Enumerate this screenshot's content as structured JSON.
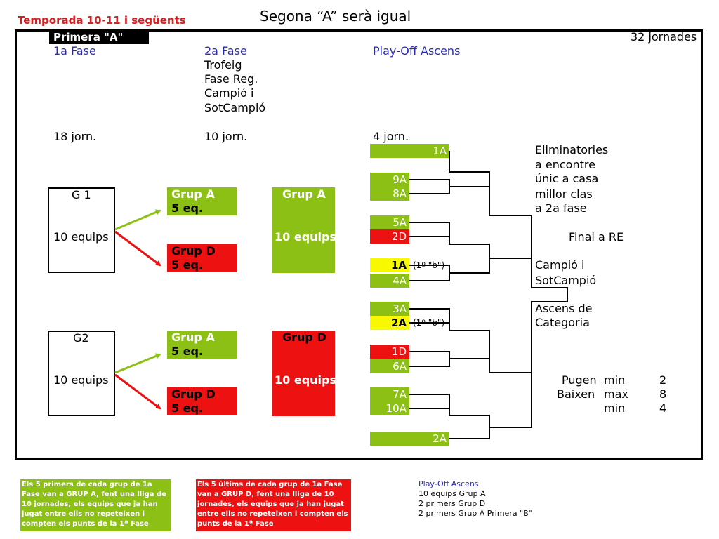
{
  "header": {
    "season": "Temporada 10-11 i següents",
    "title": "Segona “A” serà igual"
  },
  "division": {
    "label": "Primera \"A\"",
    "rounds": "32 jornades"
  },
  "phases": {
    "phase1": {
      "label": "1a Fase",
      "rounds": "18 jorn."
    },
    "phase2": {
      "label": "2a Fase",
      "desc": [
        "Trofeig",
        "Fase Reg.",
        "Campió i",
        "SotCampió"
      ],
      "rounds": "10 jorn."
    },
    "playoff": {
      "label": "Play-Off Ascens",
      "rounds": "4 jorn."
    }
  },
  "groups": {
    "g1": {
      "name": "G 1",
      "teams": "10 equips"
    },
    "g2": {
      "name": "G2",
      "teams": "10 equips"
    }
  },
  "splits": {
    "g1_a": {
      "line1": "Grup A",
      "line2": "5 eq."
    },
    "g1_d": {
      "line1": "Grup D",
      "line2": "5 eq."
    },
    "g2_a": {
      "line1": "Grup A",
      "line2": "5 eq."
    },
    "g2_d": {
      "line1": "Grup D",
      "line2": "5 eq."
    }
  },
  "merged": {
    "a": {
      "name": "Grup A",
      "teams": "10 equips"
    },
    "d": {
      "name": "Grup D",
      "teams": "10 equips"
    }
  },
  "seeds": [
    "1A",
    "9A",
    "8A",
    "5A",
    "2D",
    "1A",
    "4A",
    "3A",
    "2A",
    "1D",
    "6A",
    "7A",
    "10A",
    "2A"
  ],
  "seed_notes": {
    "n1": "(1º \"b\")",
    "n2": "(1º \"b\")"
  },
  "bracket_notes": {
    "elim": [
      "Eliminatories",
      "a encontre",
      "únic a casa",
      "millor clas",
      "a 2a fase"
    ],
    "final": "Final a RE",
    "champ": [
      "Campió i",
      "SotCampió"
    ],
    "ascens": [
      "Ascens de",
      "Categoria"
    ]
  },
  "movement": {
    "rows": [
      {
        "label": "Pugen",
        "kind": "min",
        "value": "2"
      },
      {
        "label": "Baixen",
        "kind": "max",
        "value": "8"
      },
      {
        "label": "",
        "kind": "min",
        "value": "4"
      }
    ]
  },
  "footnotes": {
    "green": "Els 5 primers de cada grup de 1a Fase van a GRUP A, fent una lliga de 10 jornades, els equips que ja han jugat entre ells no repeteixen i compten els punts de la 1ª Fase",
    "red": "Els 5 últims de cada grup de 1a Fase van a GRUP D, fent una lliga de 10 jornades, els equips que ja han jugat entre ells no repeteixen i compten els punts de la 1ª Fase",
    "playoff": {
      "title": "Play-Off Ascens",
      "lines": [
        "10 equips Grup A",
        "2 primers Grup D",
        "2 primers Grup A Primera \"B\""
      ]
    }
  },
  "colors": {
    "green": "#8cc014",
    "red": "#ee1111",
    "yellow": "#f8f800",
    "title_red": "#d42020",
    "blue": "#2a2ab8"
  }
}
